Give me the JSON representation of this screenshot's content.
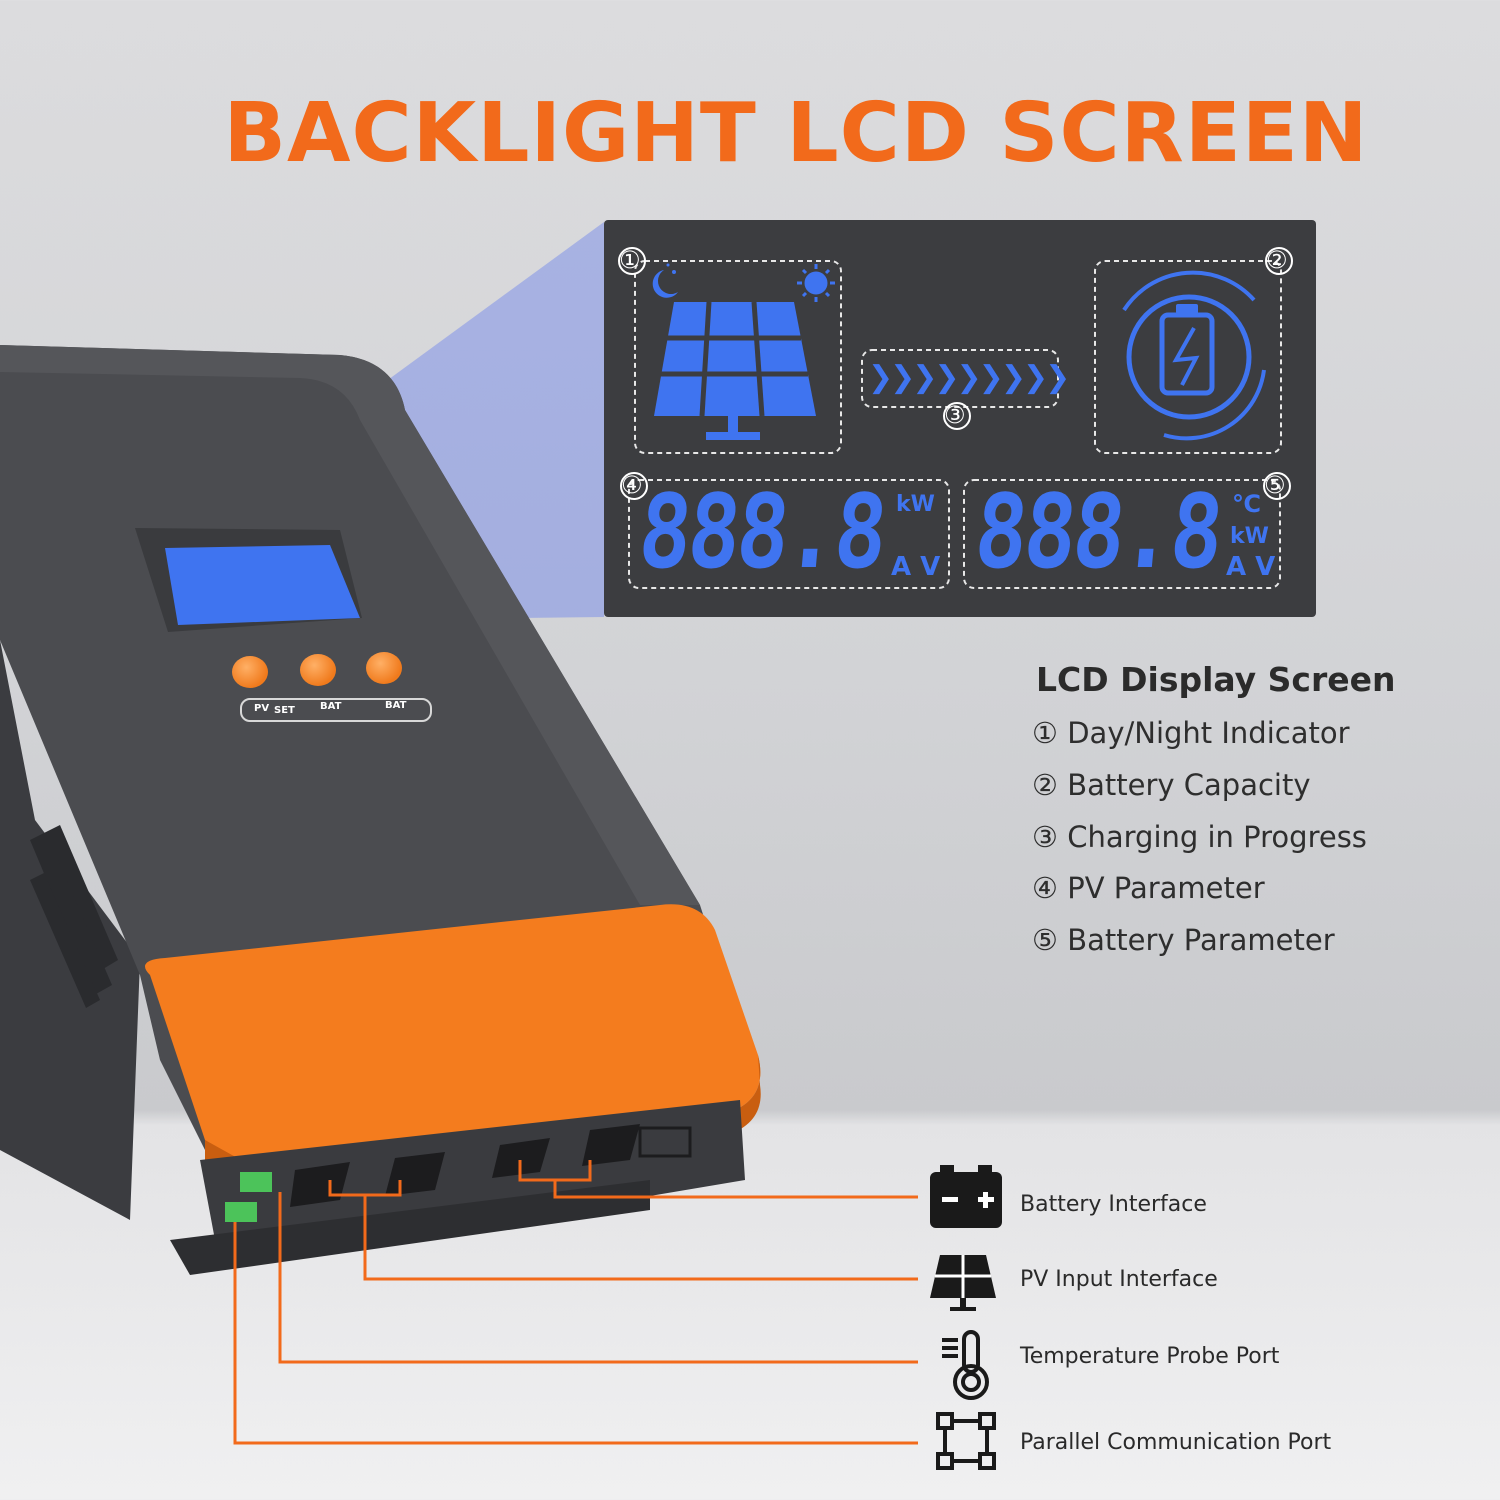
{
  "headline": "BACKLIGHT LCD SCREEN",
  "lcd_panel": {
    "markers": [
      "①",
      "②",
      "③",
      "④",
      "⑤"
    ],
    "pv_readout": {
      "digits": "888.8",
      "unit_top": "kW",
      "unit_bottom": "A V"
    },
    "battery_readout": {
      "digits": "888.8",
      "unit_temp": "℃",
      "unit_top": "kW",
      "unit_bottom": "A V"
    },
    "arrows": "❯❯❯❯❯❯❯❯❯"
  },
  "legend": {
    "title": "LCD Display Screen",
    "items": [
      "① Day/Night Indicator",
      "② Battery Capacity",
      "③ Charging in Progress",
      "④ PV Parameter",
      "⑤ Battery Parameter"
    ]
  },
  "device": {
    "buttons": [
      "PV",
      "SET",
      "BAT",
      "BAT"
    ]
  },
  "interfaces": [
    {
      "label": "Battery Interface",
      "icon": "battery-icon"
    },
    {
      "label": "PV Input Interface",
      "icon": "solar-panel-icon"
    },
    {
      "label": "Temperature Probe Port",
      "icon": "thermometer-icon"
    },
    {
      "label": "Parallel Communication Port",
      "icon": "parallel-network-icon"
    }
  ],
  "colors": {
    "accent_orange": "#f26a1b",
    "lcd_blue": "#3f74f0",
    "panel_dark": "#3c3d40",
    "device_body": "#4a4b4f"
  }
}
